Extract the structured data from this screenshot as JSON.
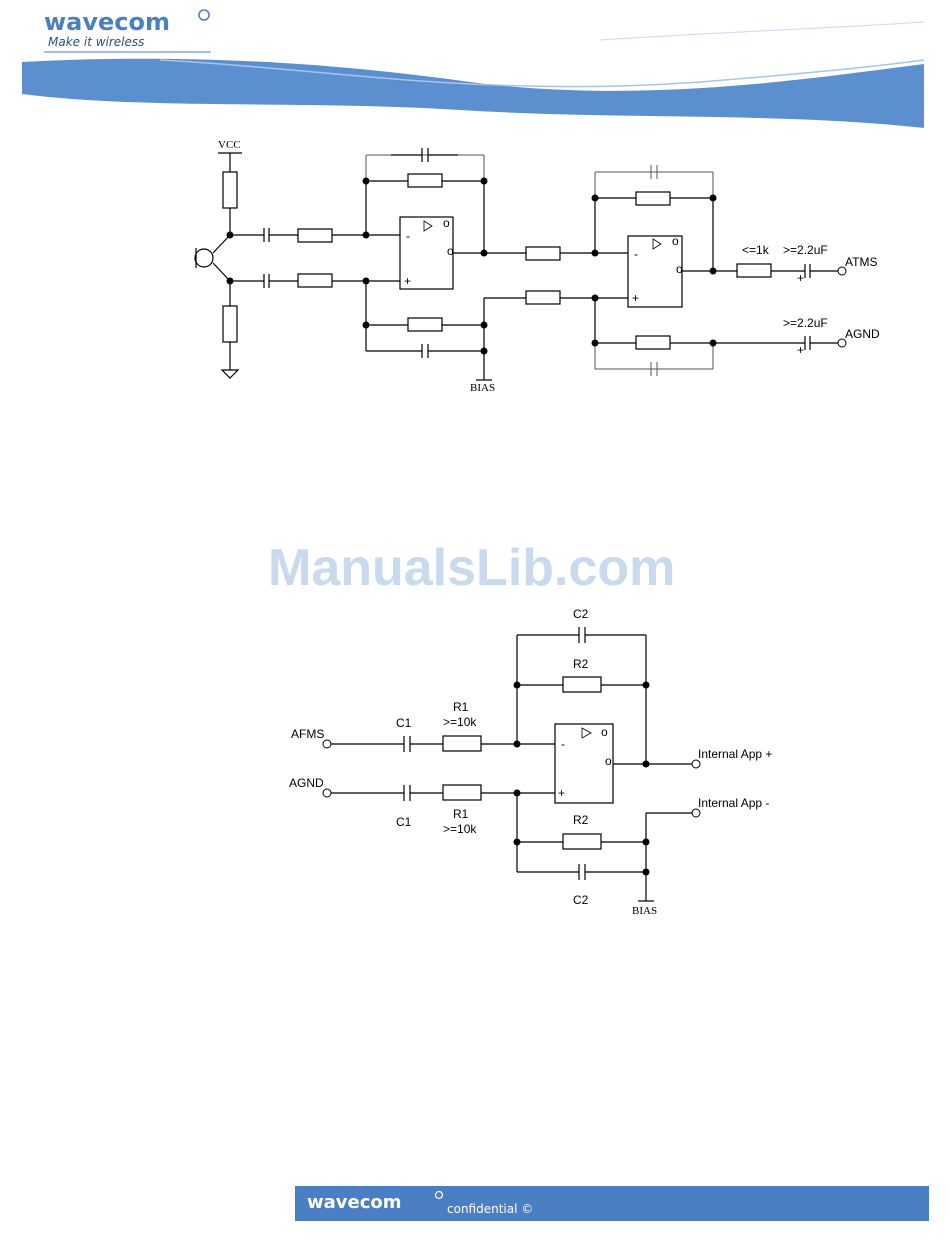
{
  "header": {
    "brand": "wavecom",
    "tagline": "Make it wireless",
    "brand_color": "#4a7fc4"
  },
  "watermark": "ManualsLib.com",
  "diagram1": {
    "vcc": "VCC",
    "bias": "BIAS",
    "series_resistor": "<=1k",
    "cap_top": ">=2.2uF",
    "cap_bottom": ">=2.2uF",
    "out_top": "ATMS",
    "out_bottom": "AGND",
    "plus": "+",
    "minus": "-",
    "opamp_o": "o"
  },
  "diagram2": {
    "c2_top": "C2",
    "r2_top": "R2",
    "r1_top": "R1",
    "r1_top_value": ">=10k",
    "c1_top": "C1",
    "in_top": "AFMS",
    "in_bottom": "AGND",
    "c1_bottom": "C1",
    "r1_bottom": "R1",
    "r1_bottom_value": ">=10k",
    "r2_bottom": "R2",
    "c2_bottom": "C2",
    "out_plus": "Internal App +",
    "out_minus": "Internal App -",
    "bias": "BIAS",
    "plus": "+",
    "minus": "-",
    "opamp_o": "o"
  },
  "footer": {
    "brand": "wavecom",
    "confidential": "confidential ©",
    "bar_color": "#4a7fc4"
  }
}
